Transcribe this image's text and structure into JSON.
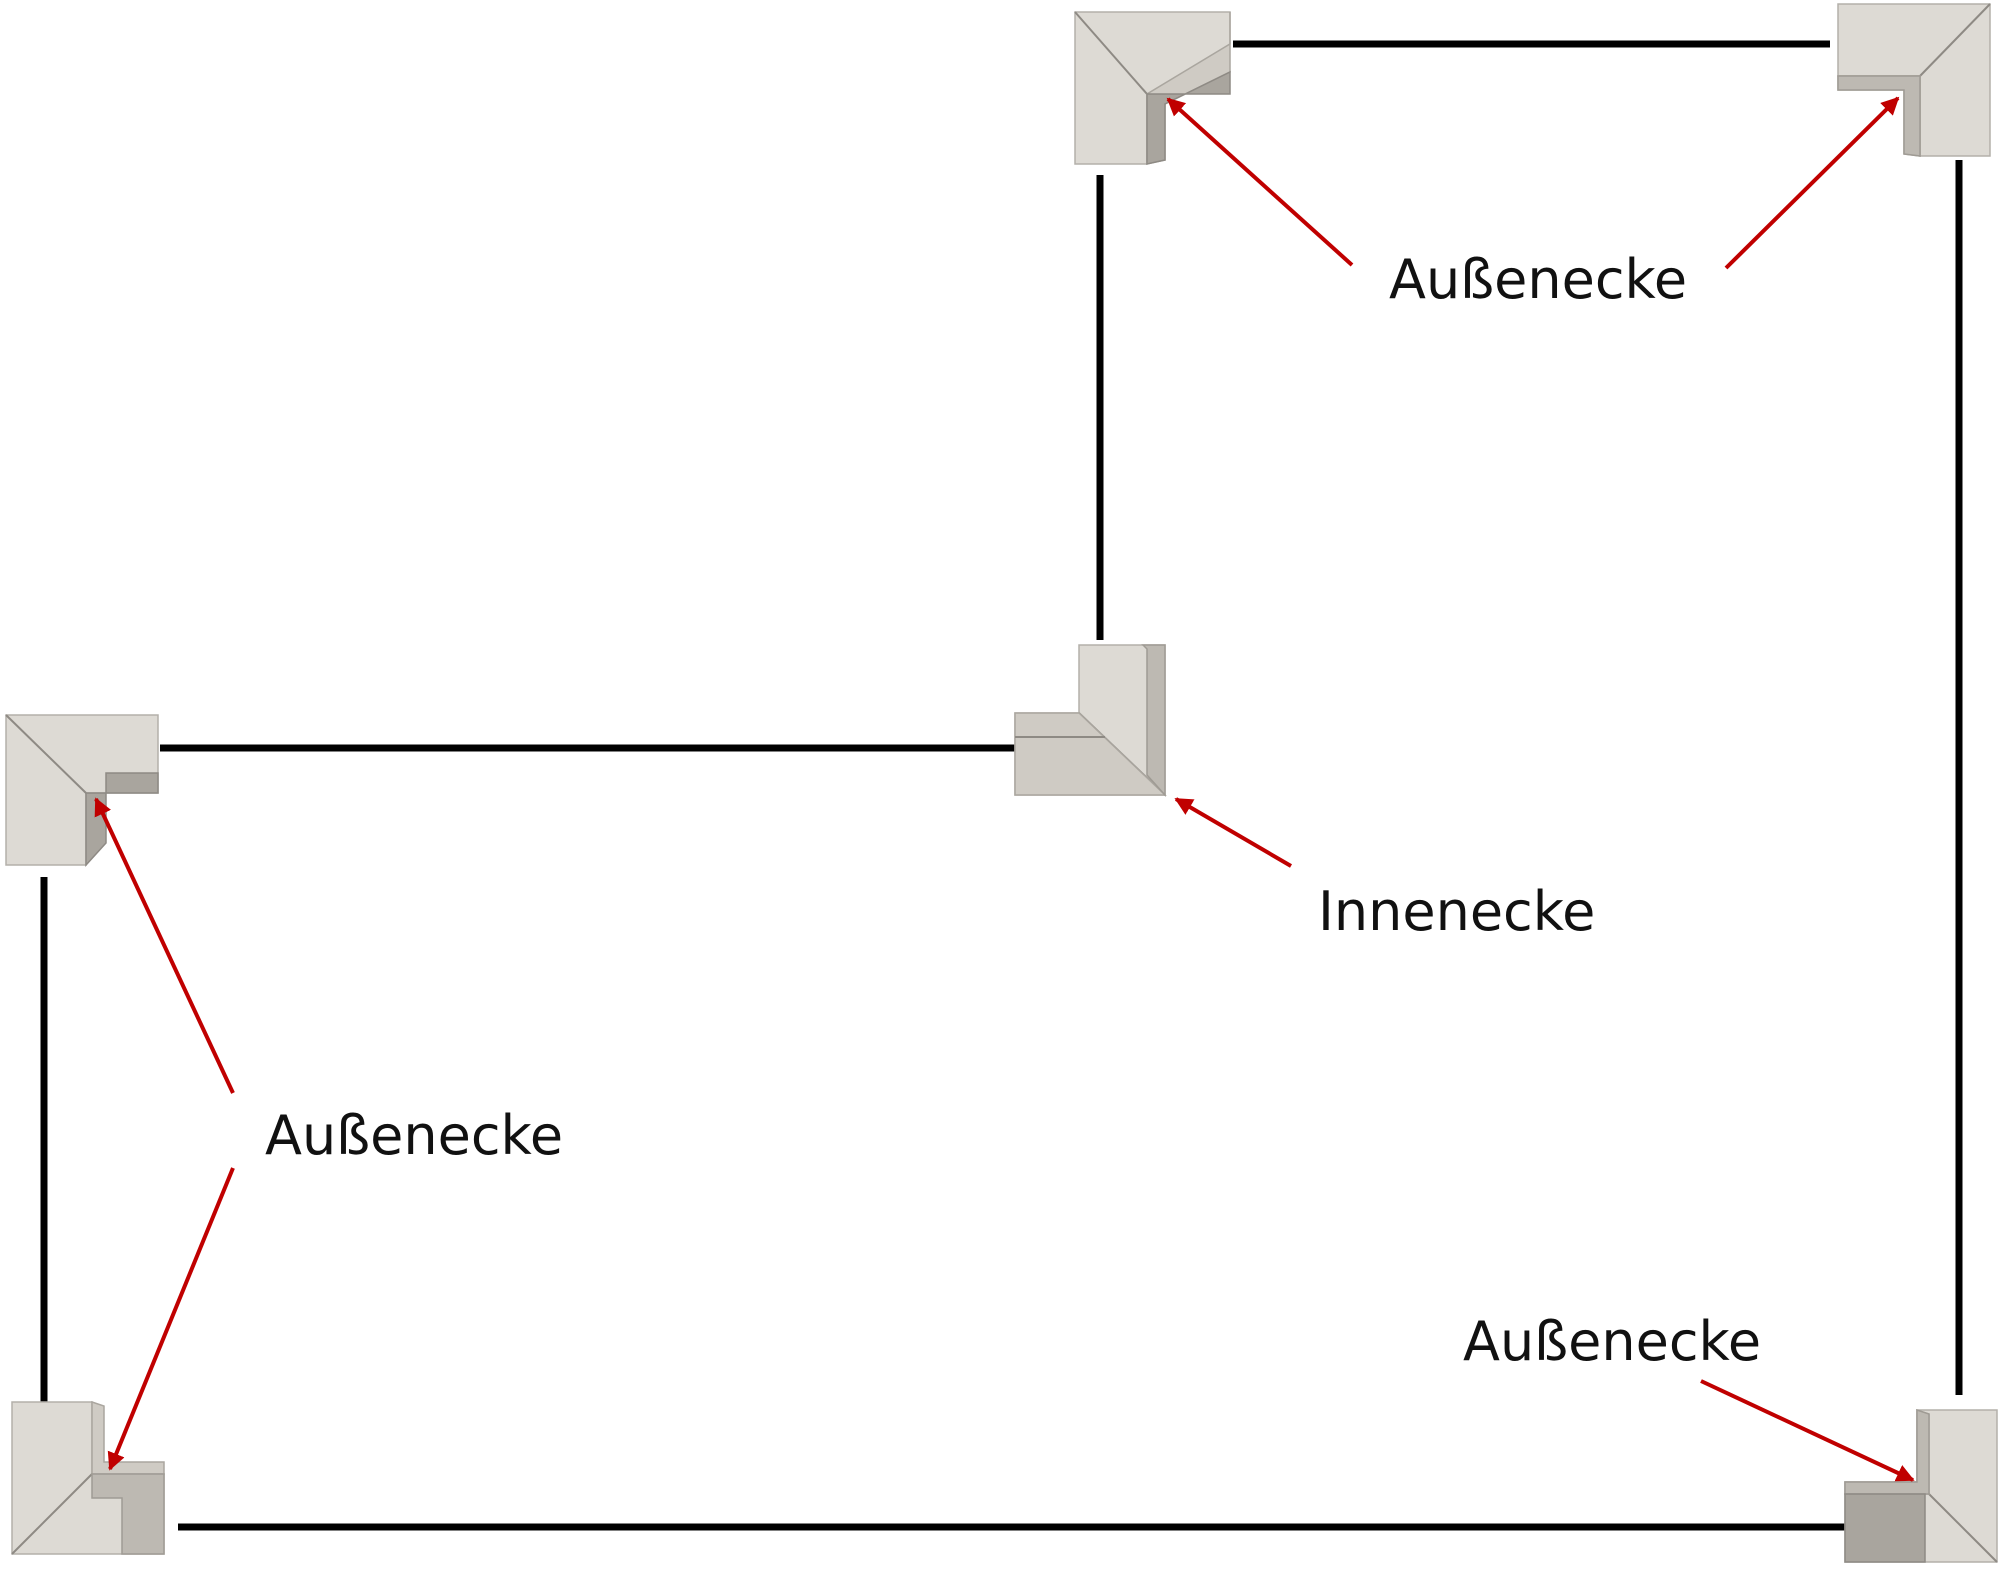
{
  "labels": {
    "top_outer": "Außenecke",
    "inner": "Innenecke",
    "left_outer": "Außenecke",
    "bottom_right_outer": "Außenecke"
  },
  "colors": {
    "wall_line": "#000000",
    "arrow": "#c00000",
    "corner_piece": "#d8d5cf"
  },
  "icons": {
    "outer_corner": "outer-corner-fitting-icon",
    "inner_corner": "inner-corner-fitting-icon"
  }
}
